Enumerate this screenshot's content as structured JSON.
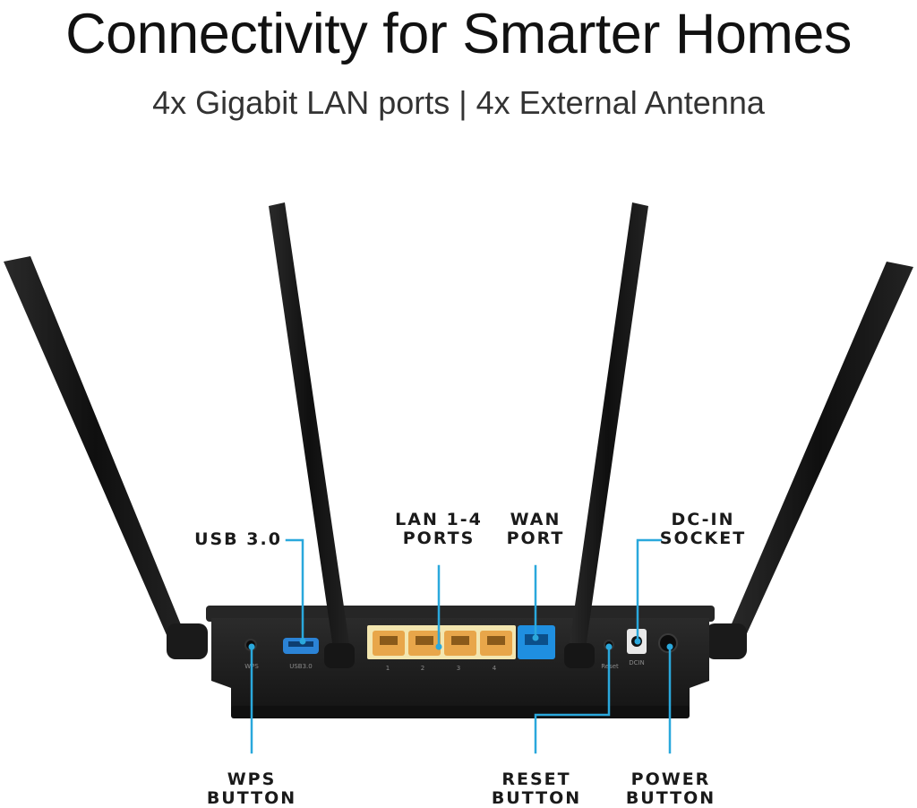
{
  "header": {
    "title": "Connectivity for Smarter Homes",
    "subtitle": "4x Gigabit LAN ports | 4x External Antenna"
  },
  "callouts": {
    "usb": "USB 3.0",
    "lan": {
      "line1": "LAN 1-4",
      "line2": "PORTS"
    },
    "wan": {
      "line1": "WAN",
      "line2": "PORT"
    },
    "dcin": {
      "line1": "DC-IN",
      "line2": "SOCKET"
    },
    "wps": {
      "line1": "WPS",
      "line2": "BUTTON"
    },
    "reset": {
      "line1": "RESET",
      "line2": "BUTTON"
    },
    "power": {
      "line1": "POWER",
      "line2": "BUTTON"
    }
  },
  "panel_labels": {
    "wps": "WPS",
    "usb": "USB3.0",
    "lan1": "1",
    "lan2": "2",
    "lan3": "3",
    "lan4": "4",
    "reset": "Reset",
    "dcin": "DCIN"
  },
  "colors": {
    "leader": "#2aa8dc",
    "lan_port": "#e8a64a",
    "wan_port": "#1f8fe0",
    "usb_port": "#2b83d6",
    "router_body": "#1c1c1c",
    "antenna": "#151515"
  }
}
